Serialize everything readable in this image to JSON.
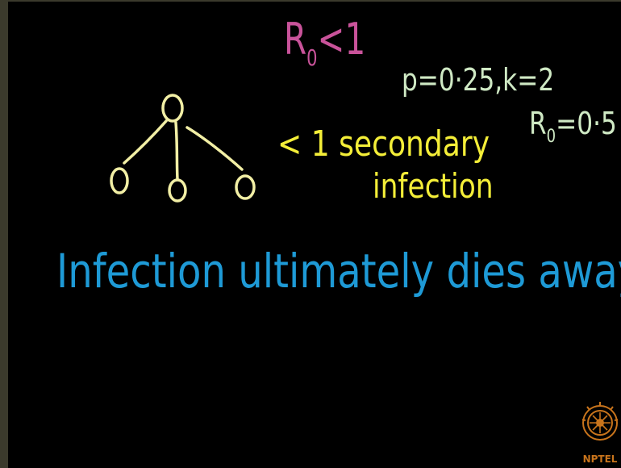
{
  "colors": {
    "background": "#000000",
    "frame": "#3b3a2c",
    "pink": "#c9539a",
    "pale_green": "#cfe9c4",
    "yellow": "#f4ee38",
    "light_yellow": "#f2efa5",
    "blue": "#1e9ad6",
    "logo_orange": "#c8741c"
  },
  "title": {
    "r": "R",
    "sub": "0",
    "rel": "<1"
  },
  "params": {
    "line1": "p=0·25,k=2",
    "r": "R",
    "sub": "0",
    "rest": "=0·5"
  },
  "secondary": {
    "line1": "< 1 secondary",
    "line2": "infection"
  },
  "conclusion": "Infection ultimately dies away",
  "tree": {
    "nodes": 4,
    "edges": 3,
    "icon": "tree-diagram"
  },
  "logo": {
    "text": "NPTEL",
    "icon": "nptel-emblem-icon"
  }
}
